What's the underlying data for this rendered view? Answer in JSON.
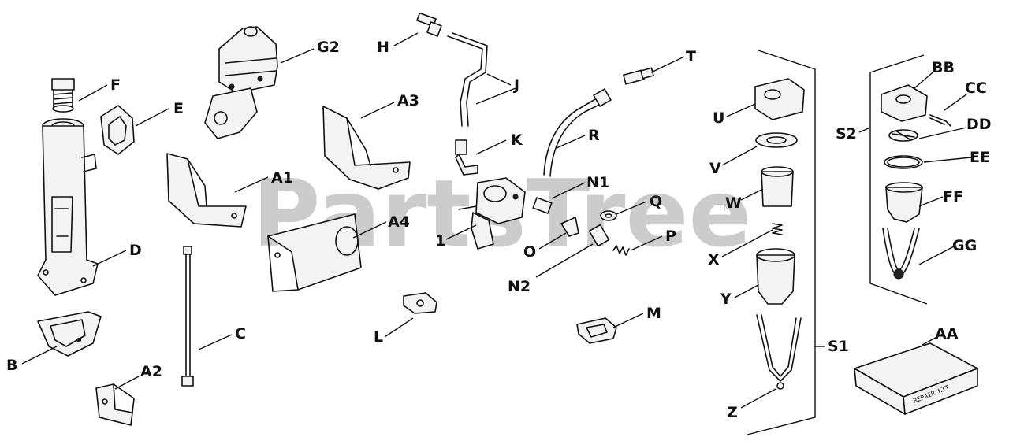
{
  "diagram": {
    "watermark": "PartsTree",
    "watermark_mark": "TM",
    "repair_kit_label": "REPAIR KIT",
    "callouts": [
      {
        "id": "F",
        "text": "F"
      },
      {
        "id": "E",
        "text": "E"
      },
      {
        "id": "D",
        "text": "D"
      },
      {
        "id": "B",
        "text": "B"
      },
      {
        "id": "A2",
        "text": "A2"
      },
      {
        "id": "C",
        "text": "C"
      },
      {
        "id": "G2",
        "text": "G2"
      },
      {
        "id": "A1",
        "text": "A1"
      },
      {
        "id": "A3",
        "text": "A3"
      },
      {
        "id": "A4",
        "text": "A4"
      },
      {
        "id": "L",
        "text": "L"
      },
      {
        "id": "H",
        "text": "H"
      },
      {
        "id": "J",
        "text": "J"
      },
      {
        "id": "K",
        "text": "K"
      },
      {
        "id": "1",
        "text": "1"
      },
      {
        "id": "N1",
        "text": "N1"
      },
      {
        "id": "R",
        "text": "R"
      },
      {
        "id": "T",
        "text": "T"
      },
      {
        "id": "Q",
        "text": "Q"
      },
      {
        "id": "O",
        "text": "O"
      },
      {
        "id": "P",
        "text": "P"
      },
      {
        "id": "N2",
        "text": "N2"
      },
      {
        "id": "M",
        "text": "M"
      },
      {
        "id": "U",
        "text": "U"
      },
      {
        "id": "V",
        "text": "V"
      },
      {
        "id": "W",
        "text": "W"
      },
      {
        "id": "X",
        "text": "X"
      },
      {
        "id": "Y",
        "text": "Y"
      },
      {
        "id": "Z",
        "text": "Z"
      },
      {
        "id": "S1",
        "text": "S1"
      },
      {
        "id": "S2",
        "text": "S2"
      },
      {
        "id": "BB",
        "text": "BB"
      },
      {
        "id": "CC",
        "text": "CC"
      },
      {
        "id": "DD",
        "text": "DD"
      },
      {
        "id": "EE",
        "text": "EE"
      },
      {
        "id": "FF",
        "text": "FF"
      },
      {
        "id": "GG",
        "text": "GG"
      },
      {
        "id": "AA",
        "text": "AA"
      }
    ]
  }
}
